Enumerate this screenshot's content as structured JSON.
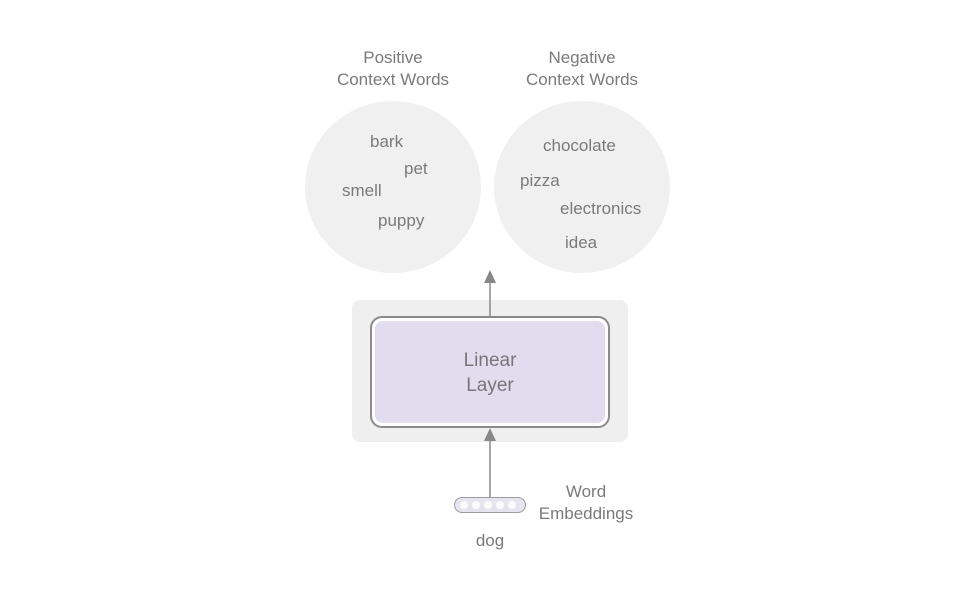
{
  "positive": {
    "heading_line1": "Positive",
    "heading_line2": "Context Words",
    "words": [
      "bark",
      "pet",
      "smell",
      "puppy"
    ]
  },
  "negative": {
    "heading_line1": "Negative",
    "heading_line2": "Context Words",
    "words": [
      "chocolate",
      "pizza",
      "electronics",
      "idea"
    ]
  },
  "layer": {
    "label_line1": "Linear",
    "label_line2": "Layer"
  },
  "embedding": {
    "label_line1": "Word",
    "label_line2": "Embeddings",
    "input_word": "dog"
  },
  "colors": {
    "circle_fill": "#f0f0f0",
    "layer_fill": "#e2dcef",
    "text": "#7a7a7a",
    "arrow": "#888888"
  }
}
